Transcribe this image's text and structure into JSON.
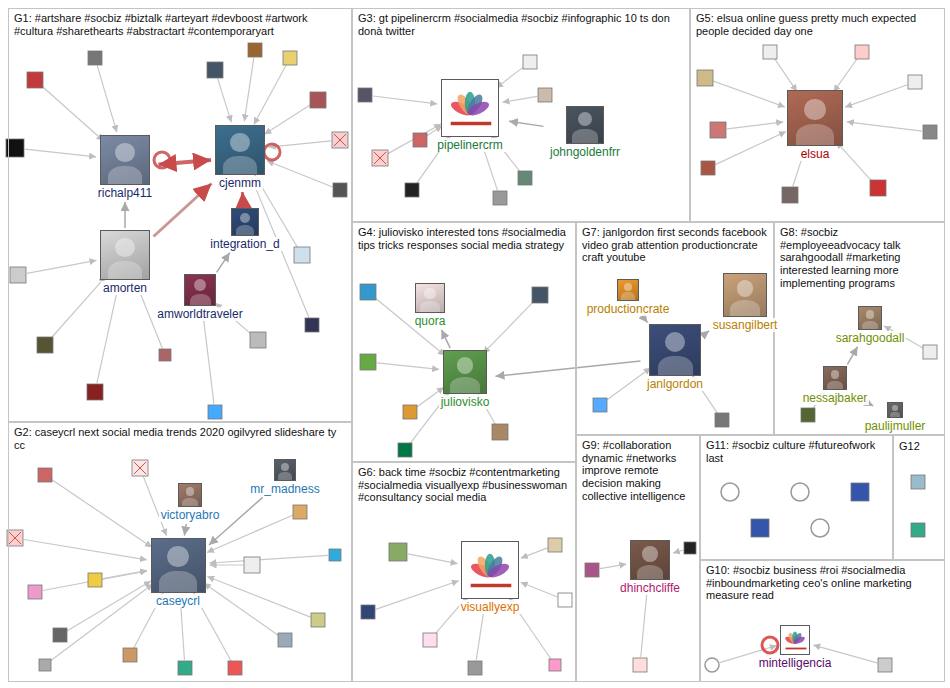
{
  "diagram": {
    "nodes": [
      {
        "text": [
          "G1: #artshare #socbiz #biztalk #arteyart #devboost #artwork #cultura #sharethearts #abstractart #contemporaryart"
        ]
      },
      {
        "text": [
          "richalp411"
        ],
        "in": 0
      },
      {
        "text": [
          "cjenmm"
        ],
        "in": 0
      },
      {
        "text": [
          "integration_d"
        ],
        "in": 0
      },
      {
        "text": [
          "amorten"
        ],
        "in": 0
      },
      {
        "text": [
          "amworldtraveler"
        ],
        "in": 0
      },
      {
        "text": [
          "G2: caseycrl next social media trends 2020 ogilvyred slideshare ty cc"
        ]
      },
      {
        "text": [
          "mr_madness"
        ],
        "in": 6
      },
      {
        "text": [
          "victoryabro"
        ],
        "in": 6
      },
      {
        "text": [
          "caseycrl"
        ],
        "in": 6
      },
      {
        "text": [
          "G3: gt pipelinercrm #socialmedia #socbiz #infographic 10 ts don donà twitter"
        ]
      },
      {
        "text": [
          "pipelinercrm"
        ],
        "in": 10
      },
      {
        "text": [
          "johngoldenfrr"
        ],
        "in": 10
      },
      {
        "text": [
          "G4: juliovisko interested tons #socialmedia tips tricks responses social media strategy"
        ]
      },
      {
        "text": [
          "quora"
        ],
        "in": 13
      },
      {
        "text": [
          "juliovisko"
        ],
        "in": 13
      },
      {
        "text": [
          "G5: elsua online guess pretty much expected people decided day one"
        ]
      },
      {
        "text": [
          "elsua"
        ],
        "in": 16
      },
      {
        "text": [
          "G6: back time #socbiz #contentmarketing #socialmedia visuallyexp #businesswoman #consultancy social media"
        ]
      },
      {
        "text": [
          "visuallyexp"
        ],
        "in": 18
      },
      {
        "text": [
          "G7: janlgordon first seconds facebook video grab attention productioncrate craft youtube"
        ]
      },
      {
        "text": [
          "productioncrate"
        ],
        "in": 20
      },
      {
        "text": [
          "susangilbert"
        ],
        "in": 20
      },
      {
        "text": [
          "janlgordon"
        ],
        "in": 20
      },
      {
        "text": [
          "G8: #socbiz #employeeadvocacy talk sarahgoodall #marketing interested learning more implementing programs"
        ]
      },
      {
        "text": [
          "sarahgoodall"
        ],
        "in": 24
      },
      {
        "text": [
          "nessajbaker"
        ],
        "in": 24
      },
      {
        "text": [
          "paulijmuller"
        ],
        "in": 24
      },
      {
        "text": [
          "G9: #collaboration dynamic #networks improve remote decision making collective intelligence"
        ]
      },
      {
        "text": [
          "dhinchcliffe"
        ],
        "in": 28
      },
      {
        "text": [
          "G10: #socbiz business #roi #socialmedia #inboundmarketing ceo's online marketing measure read"
        ]
      },
      {
        "text": [
          "mintelligencia"
        ],
        "in": 30
      },
      {
        "text": [
          "G11: #socbiz culture #futureofwork last"
        ]
      },
      {
        "text": [
          "G12"
        ]
      }
    ],
    "edges": [
      {
        "from": 2,
        "to": 1,
        "arrow": "both"
      },
      {
        "from": 4,
        "to": 1,
        "arrow": "to"
      },
      {
        "from": 3,
        "to": 2,
        "arrow": "to"
      },
      {
        "from": 5,
        "to": 3,
        "arrow": "to"
      },
      {
        "from": 4,
        "to": 2,
        "arrow": "to"
      },
      {
        "from": 8,
        "to": 9,
        "arrow": "to"
      },
      {
        "from": 7,
        "to": 9,
        "arrow": "to"
      },
      {
        "from": 12,
        "to": 11,
        "arrow": "to"
      },
      {
        "from": 15,
        "to": 14,
        "arrow": "to"
      },
      {
        "from": 22,
        "to": 23,
        "arrow": "to"
      },
      {
        "from": 21,
        "to": 23,
        "arrow": "to"
      },
      {
        "from": 23,
        "to": 15,
        "arrow": "to"
      },
      {
        "from": 26,
        "to": 25,
        "arrow": "to"
      },
      {
        "from": 27,
        "to": 26,
        "arrow": "to"
      }
    ]
  }
}
